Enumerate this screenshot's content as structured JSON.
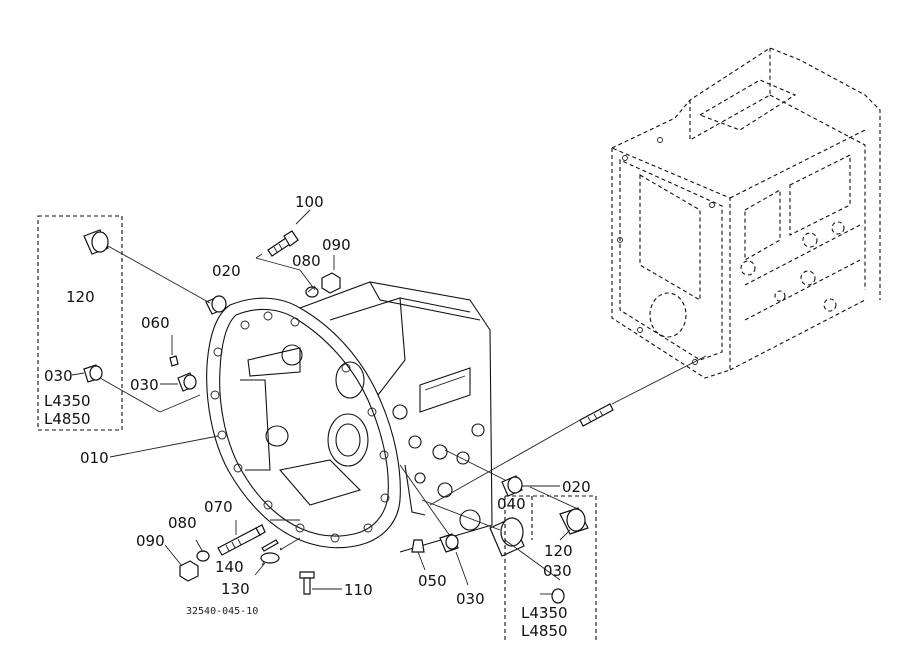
{
  "labels": {
    "p100": "100",
    "p090a": "090",
    "p080a": "080",
    "p020a": "020",
    "p120a": "120",
    "p060": "060",
    "p030a": "030",
    "p030b": "030",
    "p010": "010",
    "p070": "070",
    "p080b": "080",
    "p090b": "090",
    "p140": "140",
    "p130": "130",
    "p110": "110",
    "p050": "050",
    "p030c": "030",
    "p040": "040",
    "p020b": "020",
    "p120b": "120",
    "p030d": "030"
  },
  "models": {
    "left_l4350": "L4350",
    "left_l4850": "L4850",
    "right_l4350": "L4350",
    "right_l4850": "L4850"
  },
  "figure_code": "32540-045-10"
}
